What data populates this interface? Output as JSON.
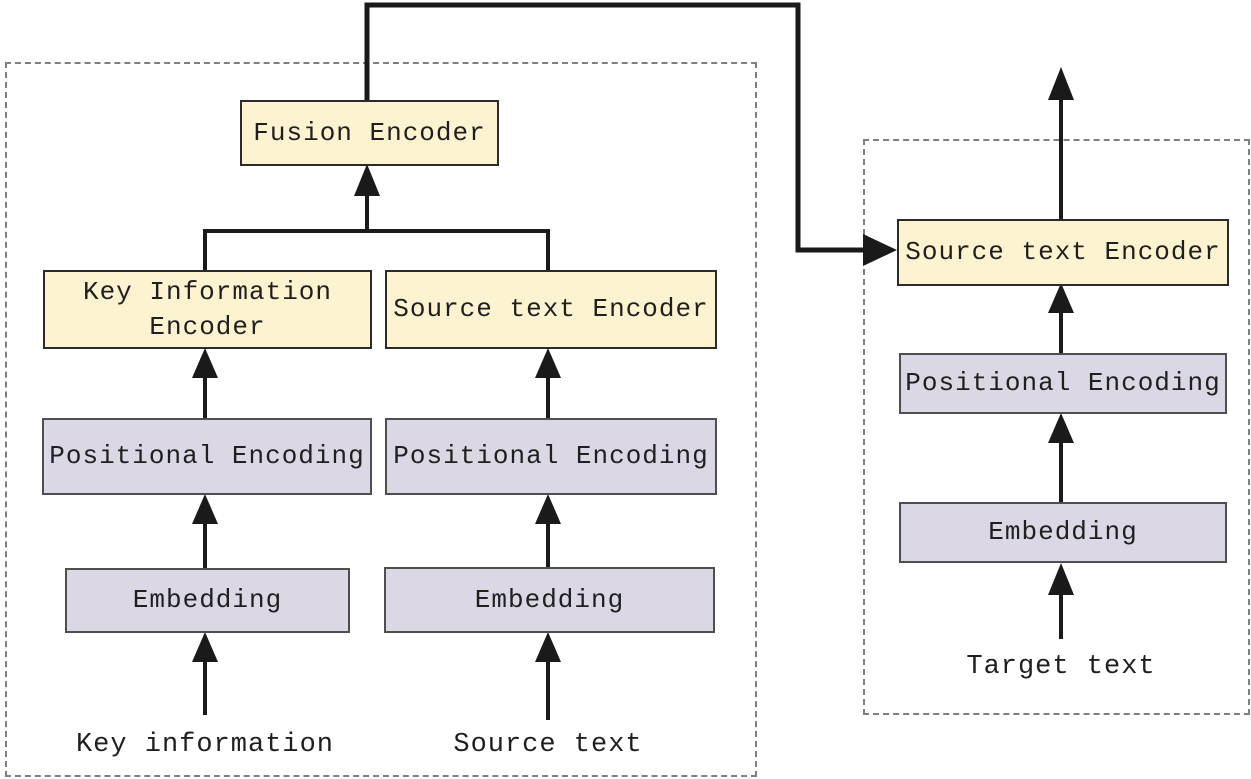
{
  "diagram": {
    "left_panel": {
      "fusion_encoder_label": "Fusion Encoder",
      "key_information_encoder_label": "Key Information Encoder",
      "source_text_encoder_label": "Source text Encoder",
      "positional_encoding_key_label": "Positional Encoding",
      "positional_encoding_src_label": "Positional Encoding",
      "embedding_key_label": "Embedding",
      "embedding_src_label": "Embedding",
      "key_information_input_label": "Key information",
      "source_text_input_label": "Source text"
    },
    "right_panel": {
      "source_text_encoder_label": "Source text Encoder",
      "positional_encoding_label": "Positional Encoding",
      "embedding_label": "Embedding",
      "target_text_input_label": "Target text"
    },
    "colors": {
      "encoder_fill": "#fdf3d0",
      "encoder_border": "#2b2b2b",
      "module_fill": "#dbd7e4",
      "module_border": "#4f4f4f",
      "line_color": "#1a1a1a",
      "dashed_border_color": "#7f7f7f"
    }
  }
}
